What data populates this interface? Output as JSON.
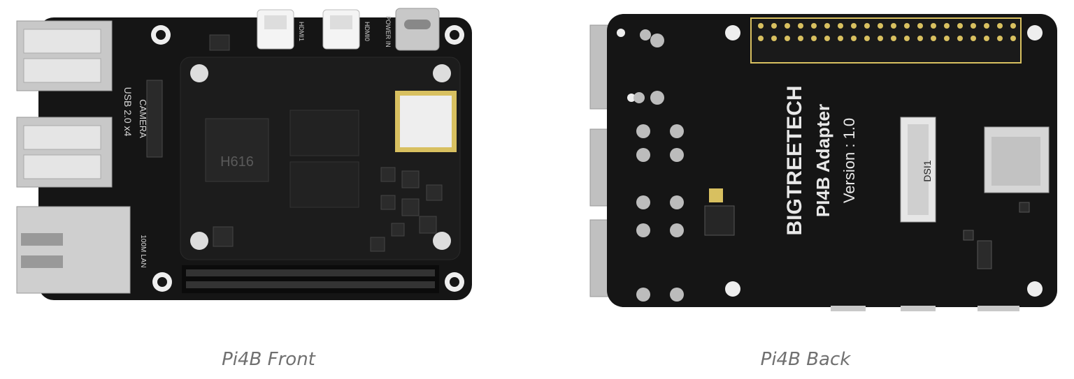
{
  "figures": {
    "front": {
      "caption": "Pi4B Front",
      "silkscreen": {
        "chip": "H616",
        "camera": "CAMERA",
        "usb": "USB 2.0 x4",
        "lan": "100M LAN",
        "hdmi1": "HDMI1",
        "hdmi0": "HDMI0",
        "power": "POWER IN"
      }
    },
    "back": {
      "caption": "Pi4B Back",
      "silkscreen": {
        "brand": "BIGTREETECH",
        "product": "PI4B Adapter",
        "version": "Version : 1.0",
        "dsi": "DSI1"
      }
    }
  },
  "colors": {
    "pcb": "#151515",
    "caption": "#707070",
    "metal": "#c8c8c8",
    "silk": "#e8e8e8",
    "gold": "#d8c060"
  }
}
